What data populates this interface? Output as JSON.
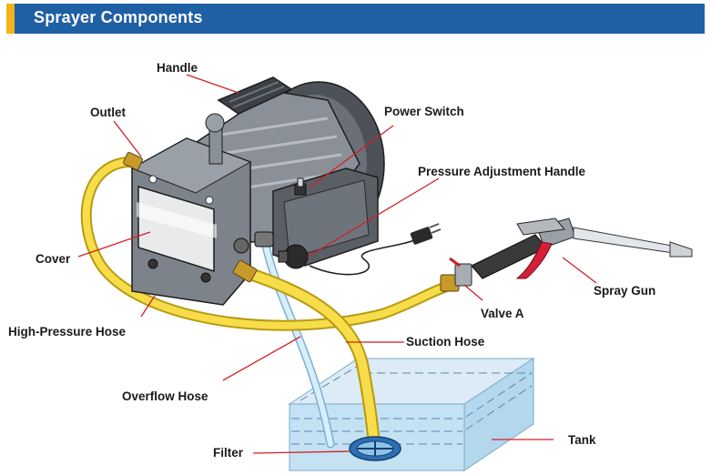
{
  "title": "Sprayer Components",
  "colors": {
    "header": "#1f5fa3",
    "accent": "#f2b318",
    "leader": "#d21f26",
    "hose": "#f7dd4a",
    "water": "#c9e6f6"
  },
  "labels": {
    "handle": "Handle",
    "outlet": "Outlet",
    "power_switch": "Power Switch",
    "pressure_adjustment_handle": "Pressure Adjustment Handle",
    "cover": "Cover",
    "spray_gun": "Spray Gun",
    "valve_a": "Valve A",
    "high_pressure_hose": "High-Pressure Hose",
    "suction_hose": "Suction Hose",
    "overflow_hose": "Overflow Hose",
    "tank": "Tank",
    "filter": "Filter"
  }
}
